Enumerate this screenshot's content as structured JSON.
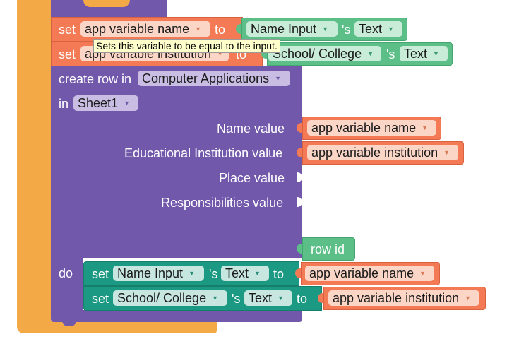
{
  "colors": {
    "outer_event": "#f3a946",
    "variable_block": "#f47a55",
    "component_block": "#5cbf88",
    "spreadsheet_block": "#7158ab",
    "setter_block": "#1c9982",
    "tooltip_bg": "#ffffcc"
  },
  "set_blocks": [
    {
      "keyword": "set",
      "variable": "app variable name",
      "to_label": "to",
      "component": "Name Input",
      "possessive": "'s",
      "property": "Text"
    },
    {
      "keyword": "set",
      "variable": "app variable institution",
      "to_label": "to",
      "component": "School/ College",
      "possessive": "'s",
      "property": "Text"
    }
  ],
  "tooltip": {
    "text": "Sets this variable to be equal to the input."
  },
  "create_row": {
    "label": "create row in",
    "spreadsheet": "Computer Applications",
    "in_label": "in",
    "sheet": "Sheet1",
    "inputs": [
      {
        "label": "Name value",
        "value": "app variable name"
      },
      {
        "label": "Educational Institution value",
        "value": "app variable institution"
      },
      {
        "label": "Place value",
        "value": ""
      },
      {
        "label": "Responsibilities value",
        "value": ""
      }
    ],
    "row_id_label": "row id",
    "do_label": "do",
    "do_statements": [
      {
        "keyword": "set",
        "component": "Name Input",
        "possessive": "'s",
        "property": "Text",
        "to_label": "to",
        "value": "app variable name"
      },
      {
        "keyword": "set",
        "component": "School/ College",
        "possessive": "'s",
        "property": "Text",
        "to_label": "to",
        "value": "app variable institution"
      }
    ]
  }
}
